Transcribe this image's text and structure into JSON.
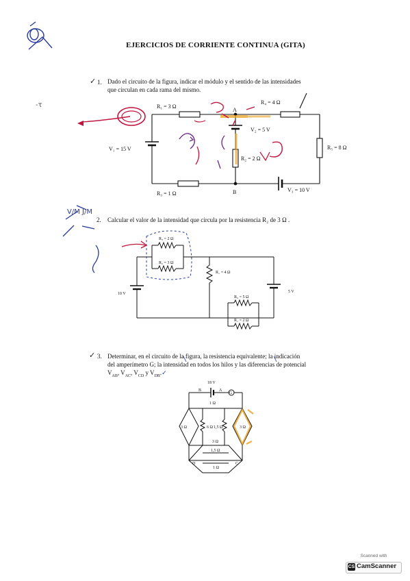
{
  "title": "EJERCICIOS DE CORRIENTE CONTINUA (GITA)",
  "exercise1": {
    "number": "1.",
    "line1": "Dado el circuito de la figura, indicar el módulo y el sentido de las intensidades",
    "line2": "que circulan en cada rama del mismo.",
    "labels": {
      "R1": "R₁ = 3 Ω",
      "R4": "R₄ = 4 Ω",
      "V2": "V₂ = 5 V",
      "V1": "V₁ = 15 V",
      "R2": "R₂ = 2 Ω",
      "R5": "R₅ = 8 Ω",
      "R3": "R₃ = 1 Ω",
      "V3": "V₃ = 10 V",
      "A": "A",
      "B": "B"
    }
  },
  "exercise2": {
    "number": "2.",
    "line1": "Calcular el valor de la intensidad que circula por la resistencia R₂ de 3 Ω .",
    "labels": {
      "R3": "R₃ = 2 Ω",
      "R2": "R₂ = 3 Ω",
      "R1_4": "R₁ = 4 Ω",
      "V10": "10 V",
      "V5": "5 V",
      "R4": "R₄ = 5 Ω",
      "R1": "R₁ = 2 Ω"
    }
  },
  "exercise3": {
    "number": "3.",
    "line1": "Determinar, en el circuito de la figura, la resistencia equivalente; la indicación",
    "line2": "del amperímetro G; la intensidad en todos los hilos y las diferencias de potencial",
    "line3": "V",
    "line3_sub": "AB",
    "line3b": ", V",
    "line3b_sub": "AC",
    "line3c": ", V",
    "line3c_sub": "CD",
    "line3d": " y V",
    "line3d_sub": "DB",
    "line3e": ".",
    "labels": {
      "V": "18 V",
      "r": "1 Ω",
      "B": "B",
      "A": "A",
      "G": "G",
      "R3L": "3 Ω",
      "R6": "6 Ω",
      "R15a": "1,5 Ω",
      "R3R": "3 Ω",
      "R3M": "3 Ω",
      "R15b": "1,5 Ω",
      "R1M": "1 Ω",
      "D": "D",
      "C": "C"
    }
  },
  "handwritten": {
    "margin_left": "-τ",
    "ratio": "V/M  J/M"
  },
  "scanner": {
    "scanned_with": "Scanned with",
    "brand": "CamScanner",
    "logo": "CS"
  },
  "colors": {
    "ink": "#111111",
    "annotation_red": "#c0143c",
    "annotation_purple": "#6a2a8a",
    "highlight_orange": "#e8a020",
    "annotation_blue": "#2a3a9a"
  }
}
